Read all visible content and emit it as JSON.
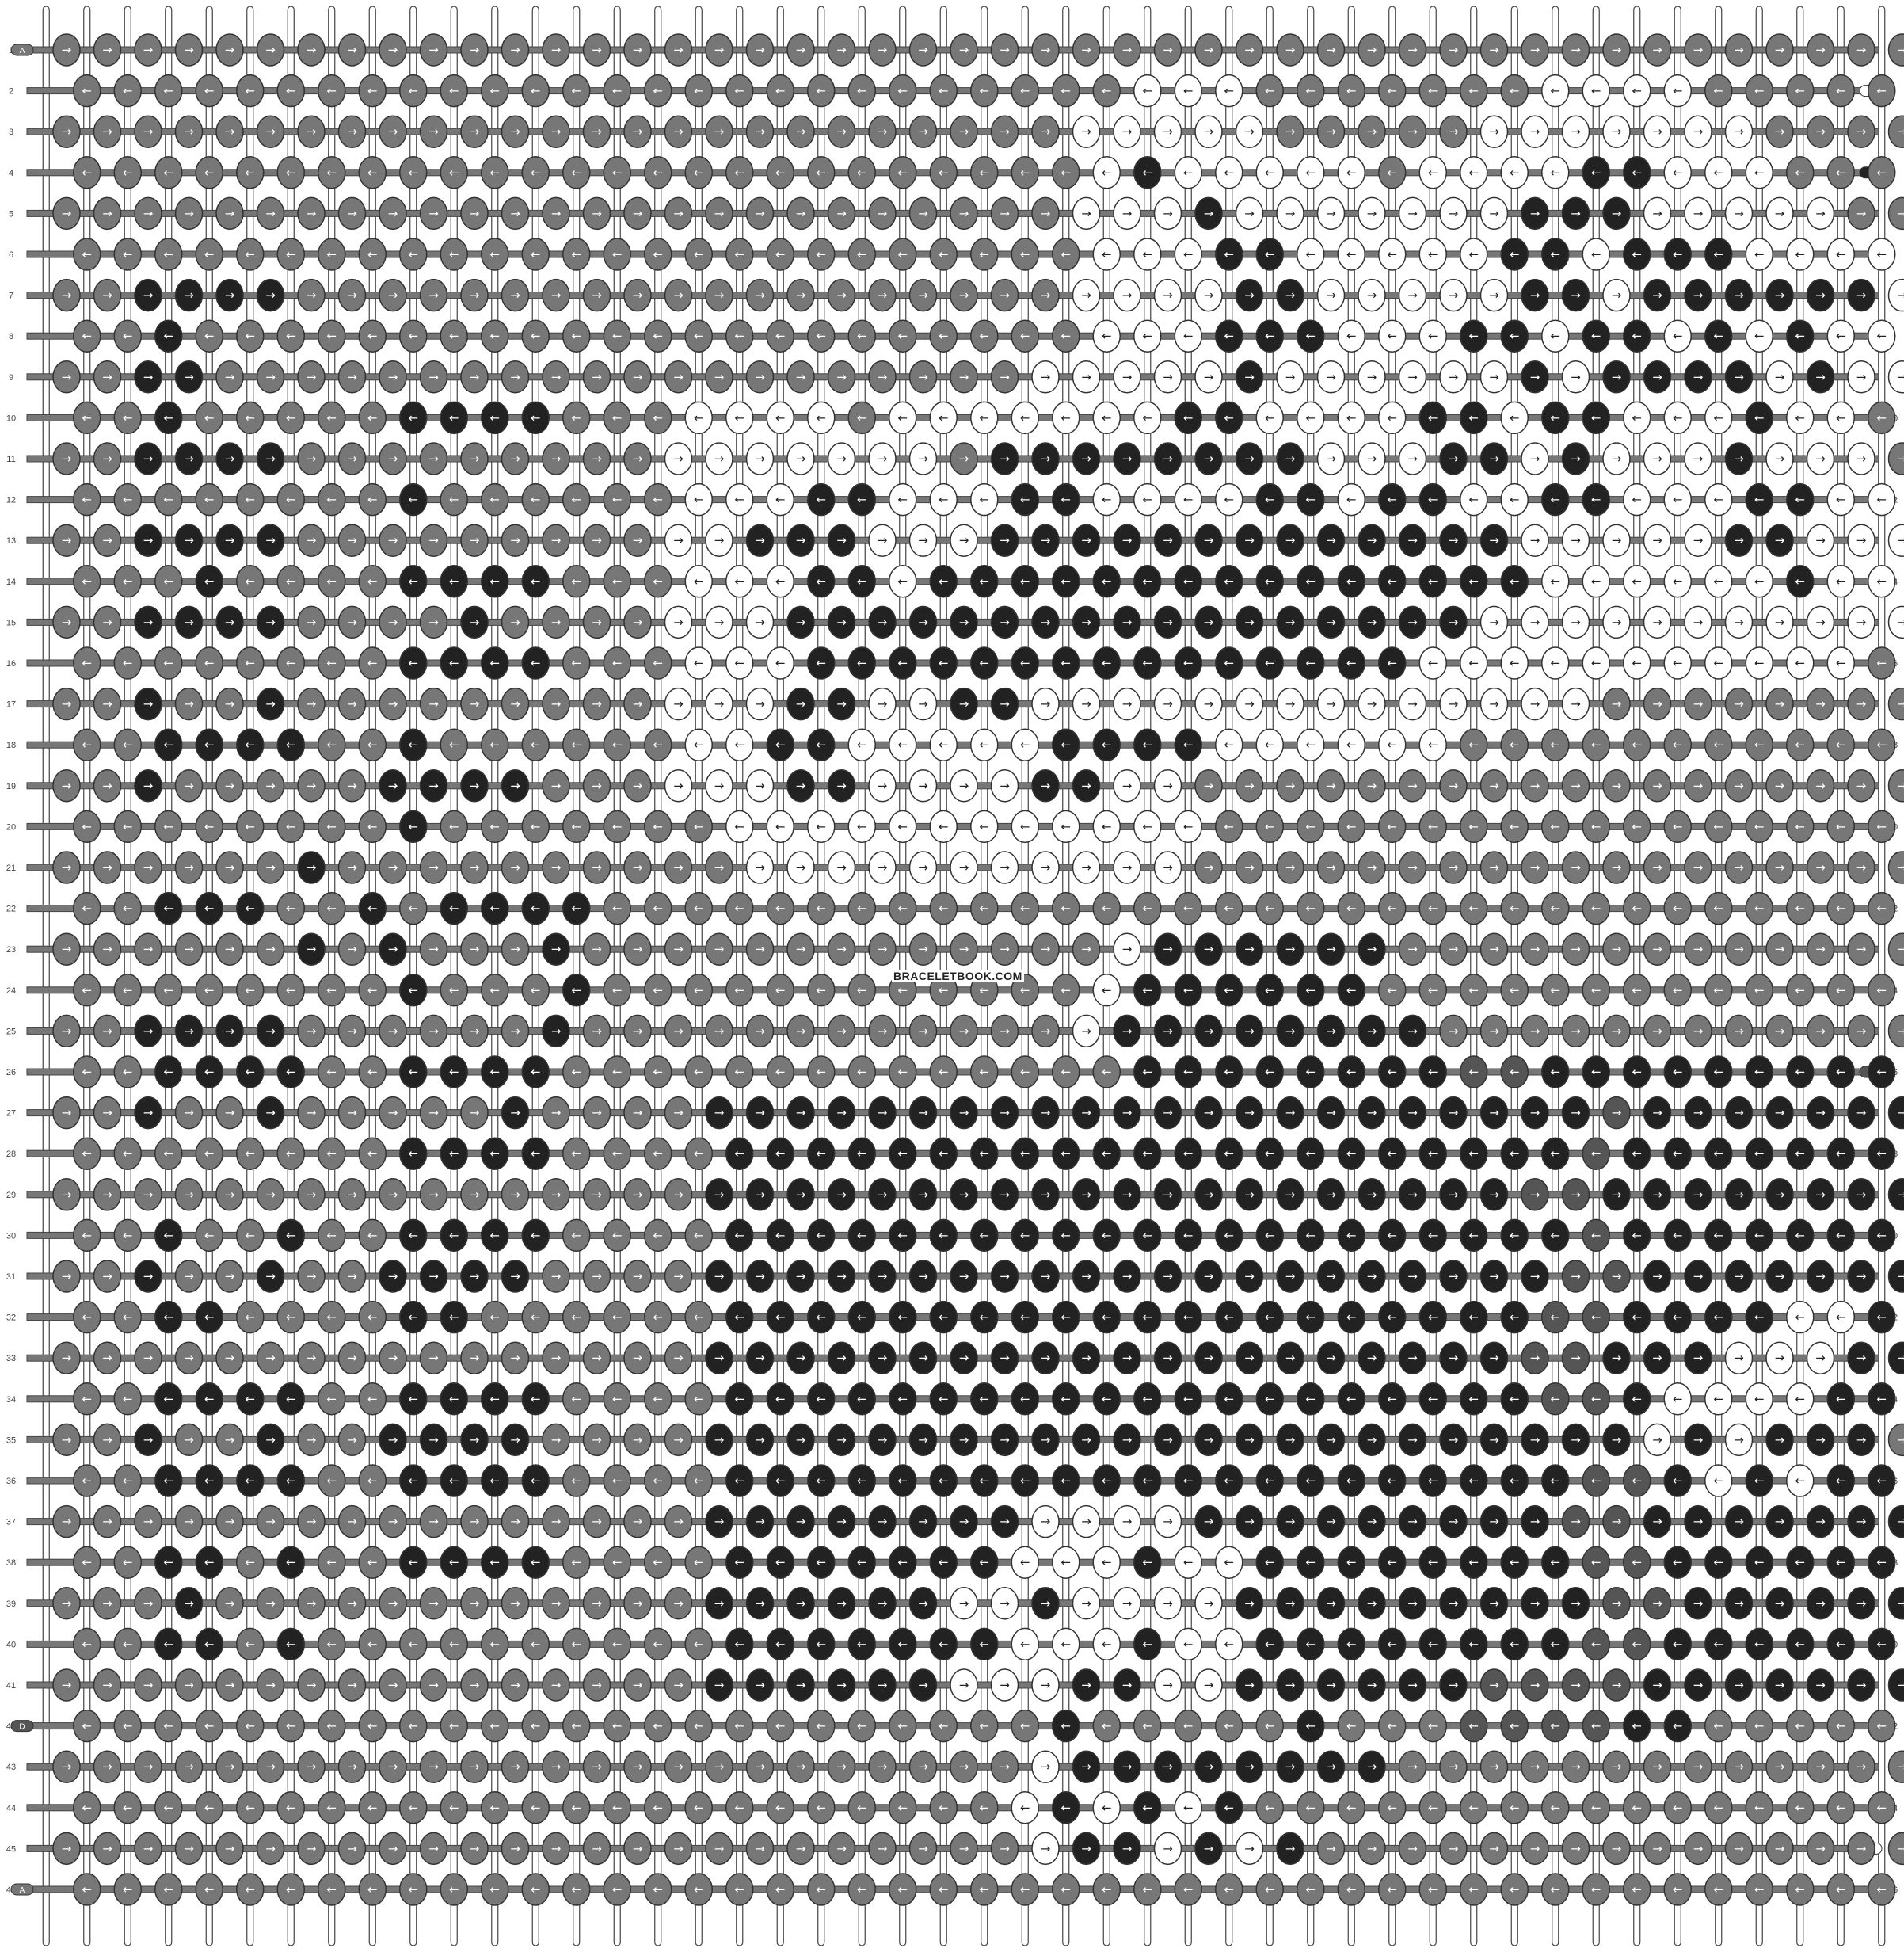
{
  "watermark": "BRACELETBOOK.COM",
  "string_labels": {
    "left_row1": "A",
    "left_row42": "D",
    "left_row46": "A",
    "right_row2": "B",
    "right_row4": "C",
    "right_row26": "D",
    "right_row45": "B"
  },
  "colors": {
    "A": "#777777",
    "B": "#ffffff",
    "C": "#222222",
    "D": "#555555",
    "string_fill": "#ffffff",
    "string_stroke": "#444444"
  },
  "arrows": {
    "right": "→",
    "left": "←"
  },
  "pattern": {
    "rows": 46,
    "knots_per_odd_row": 46,
    "knots_per_even_row": 45,
    "rows_data": [
      "AAAAAAAAAAAAAAAAAAAAAAAAAAAAAAAAAAAAAAAAAAAAAA",
      "AAAAAAAAAAAAAAAAAAAAAAAAAABBBAAAAAAABBBBAAAAA",
      "AAAAAAAAAAAAAAAAAAAAAAAAABBBBBAAAAABBBBBBBAAAA",
      "AAAAAAAAAAAAAAAAAAAAAAAAABCBBBBBABBBBCCBBBAAA",
      "AAAAAAAAAAAAAAAAAAAAAAAAABBBCBBBBBBBCCCBBBBBAA",
      "AAAAAAAAAAAAAAAAAAAAAAAAABBBCCBBBBBCCBCCCBBBB",
      "AACCCCAAAAAAAAAAAAAAAAAAABBBBCCBBBBBCCBCCCCCCBBA",
      "AACAAAAAAAAAAAAAAAAAAAAAABBBCCCBBBCCBCCBCBCBBA",
      "AACCAAAAAAAAAAAAAAAAAAAABBBBBCBBBBBBCBCCCCBCBBA",
      "AACAAAAACCCCAAABBBBABBBBBBBCCBBBBCCBCCBBBCBBA",
      "AACCCCAAAAAAAAABBBBBBBACCCCCCCCBBBCCBCBBBCBBBA",
      "AAAAAAAACAAAAAABBBCCBBBCCBBBBCCBCCBBCCBBBCCBBA",
      "AACCCCAAAAAAAAABBCCCBBBCCCCCCCCCCCCCBBBBBCCBBBA",
      "AAACAAAACCCCAAABBBCCBCCCCCCCCCCCCCCCBBBBBBCBBA",
      "AACCCCAAAACAAAABBBCCCCCCCCCCCCCCCCCBBBBBBBBBBBA",
      "AAAAAAAACCCCAAABBBCCCCCCCCCCCCCCCBBBBBBBBBBBAA",
      "AACAACAAAAAAAAABBBCCBBCCBBBBBBBBBBBBBBAAAAAAAA",
      "AACCCCAACAAAAAABBCCBBBBBCCCCBBBBBBAAAAAAAAAAA",
      "AACAAAAACCCCAAABBBCCBBBBCCBBAAAAAAAAAAAAAAAAAAA",
      "AAAAAAAACAAAAAAABBBBBBBBBBBBAAAAAAAAAAAAAAAA",
      "AAAAAACAAAAAAAAAABBBBBBBBBBBAAAAAAAAAAAAAAAAAA",
      "AACCCAACACCCCAAAAAAAAAAAAAAAAAAAAAAAAAAAAAAA",
      "AAAAAACACAAACAAAAAAAAAAAAABCCCCCCAAAAAAAAAAAAA",
      "AAAAAAAACAAACAAAAAAAAAAAABCCCCCCAAAAAAAAAAAAA",
      "AACCCCAAAAAACAAAAAAAAAAAABCCCCCCCCAAAAAAAAAAAA",
      "AACCCCAACCCCAAAAAAAAAAAAAACCCCCCCCDDCCCCCCCCCAA",
      "AACAACAAAAACAAAACCCCCCCCCCCCCCCCCCCCCCDCCCCCCCA",
      "AAAAAAAACCCCAAAACCCCCCCCCCCCCCCCCCCCCDCCCCCCCCA",
      "AAAAAAAAAAAAAAAACCCCCCCCCCCCCCCCCCCCDDCCCCCCCCA",
      "AACAACAACCCCAAAACCCCCCCCCCCCCCCCCCCCCDCCCCCCCCA",
      "AACAACAACCCCAAAACCCCCCCCCCCCCCCCCCCCCDDCCCCCCCA",
      "AACCAAAACCAAAAAACCCCCCCCCCCCCCCCCCCCDDCCCCBBCCA",
      "AAAAAAAAAAAAAAAACCCCCCCCCCCCCCCCCCCCDDCCCBBBCCA",
      "AACCCCAACCCCAAAACCCCCCCCCCCCCCCCCCCCDDCBBBBCCA",
      "AACAACAACCCCAAAACCCCCCCCCCCCCCCCCCCCCCCBCBCCCA",
      "AACCCCAACCCCAAAACCCCCCCCCCCCCCCCCCCCCDDCBCBCCA",
      "AAAAAAAAAAAAAAAACCCCCCCCBBBBCCCCCCCCCDDCCCCCCCA",
      "AACCACAACCCCAAAACCCCCCCBBBCBBCCCCCCCCDDCCCCCCA",
      "AAACAAAAAAAAAAAACCCCCCBBCBBBBCCCCCCCCCDDCCCCCCA",
      "AACCACAAAAAAAAAACCCCCCCBBBCBBCCCCCCCCDDCCCCCCA",
      "AAAAAAAAAAAAAAAACCCCCCBBBCCBBCCCCCCDDDDCCCCCCCA",
      "AAAAAAAAAAAAAAAAAAAAAAAACAAAAACAAADDDDCCAAAAA",
      "AAAAAAAAAAAAAAAAAAAAAAAABCCCCCCCCAAAAAAAAAAAAA",
      "AAAAAAAAAAAAAAAAAAAAAAABCBCBCAAAAAAAAAAAAAAA",
      "AAAAAAAAAAAAAAAAAAAAAAAABCCBCBCAAAAAAAAAAAAAAA",
      "AAAAAAAAAAAAAAAAAAAAAAAAAAAAAAAAAAAAAAAAAAAAA"
    ]
  }
}
